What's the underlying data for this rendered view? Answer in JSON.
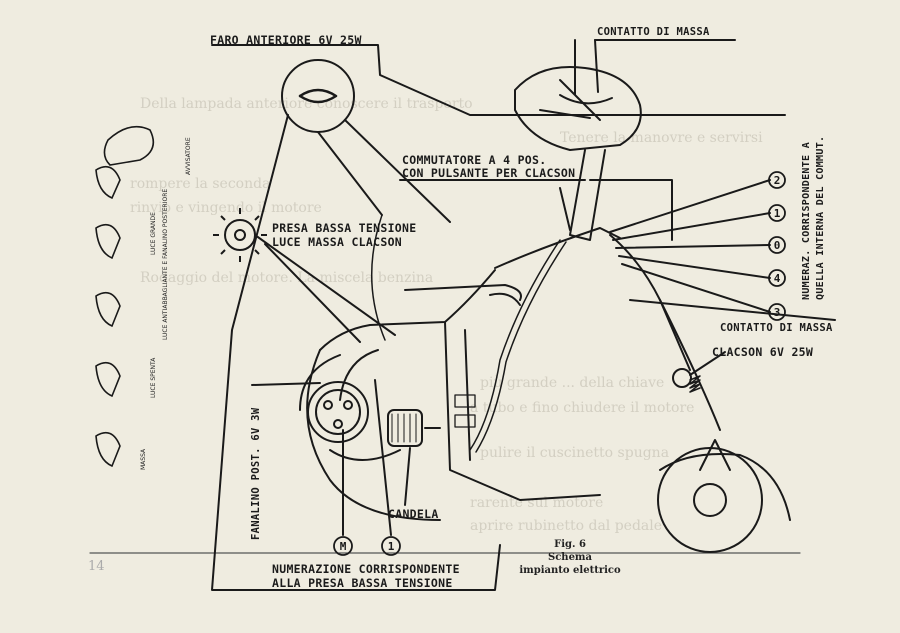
{
  "labels": {
    "faro": "FARO ANTERIORE 6V 25W",
    "contatto_top": "CONTATTO DI MASSA",
    "commutatore_1": "COMMUTATORE A 4 POS.",
    "commutatore_2": "CON PULSANTE PER CLACSON",
    "presa_1": "PRESA BASSA TENSIONE",
    "presa_2": "LUCE MASSA CLACSON",
    "numeraz_1": "NUMERAZ. CORRISPONDENTE A",
    "numeraz_2": "QUELLA INTERNA DEL COMMUT.",
    "contatto_right": "CONTATTO DI MASSA",
    "clacson": "CLACSON 6V 25W",
    "candela": "CANDELA",
    "fanalino": "FANALINO POST. 6V 3W",
    "bottom_1": "NUMERAZIONE CORRISPONDENTE",
    "bottom_2": "ALLA PRESA BASSA TENSIONE",
    "m": "M",
    "one": "1"
  },
  "switch_numbers": [
    "2",
    "1",
    "0",
    "4",
    "3"
  ],
  "switch_positions": [
    {
      "label": "AVVISATORE"
    },
    {
      "label": "LUCE GRANDE"
    },
    {
      "label": "LUCE ANTIABBAGLIANTE E FANALINO POSTERIORE"
    },
    {
      "label": "LUCE SPENTA"
    },
    {
      "label": "MASSA"
    }
  ],
  "caption": {
    "fig": "Fig. 6",
    "line1": "Schema",
    "line2": "impianto elettrico"
  },
  "page_number": "14",
  "ghost_text": [
    "Della lampada anteriore conoscere il trasporto",
    "Tenere la manovre e servirsi",
    "rompere la seconda",
    "rinvio e vingendo il motore",
    "Rodaggio del motore. La miscela benzina",
    "più grande ... della chiave",
    "a tubo e fino chiudere il motore",
    "pulire il cuscinetto spugna",
    "rarente sul motore",
    "aprire rubinetto dal pedale"
  ]
}
